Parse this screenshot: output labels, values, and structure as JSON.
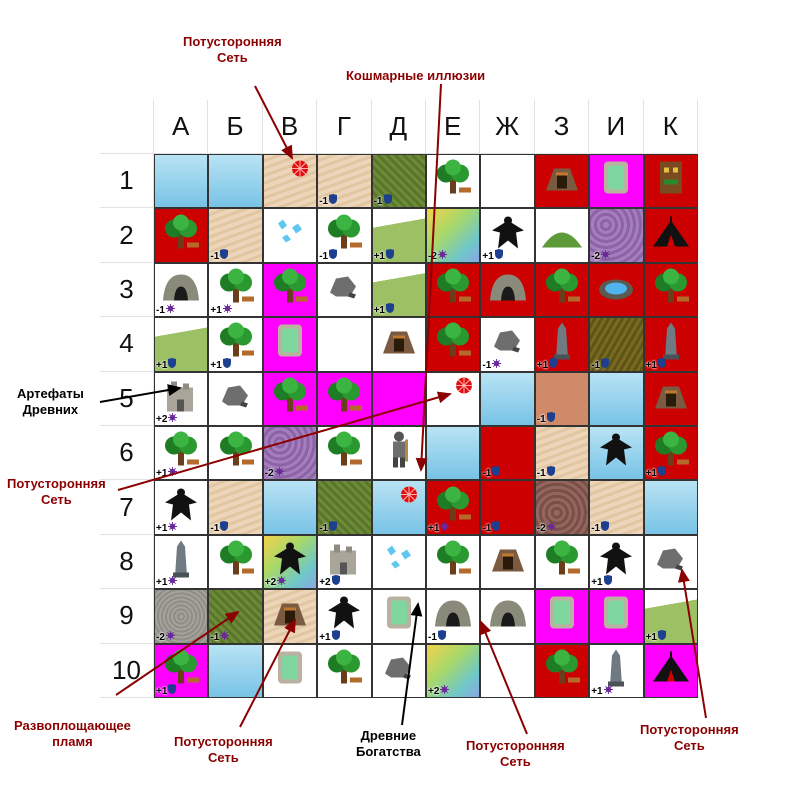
{
  "board": {
    "columns": [
      "А",
      "Б",
      "В",
      "Г",
      "Д",
      "Е",
      "Ж",
      "З",
      "И",
      "К"
    ],
    "rows": [
      "1",
      "2",
      "3",
      "4",
      "5",
      "6",
      "7",
      "8",
      "9",
      "10"
    ],
    "cells": [
      [
        {
          "t": "water"
        },
        {
          "t": "water"
        },
        {
          "t": "sand",
          "o": "web"
        },
        {
          "t": "sand",
          "b": "-1",
          "g": "shield"
        },
        {
          "t": "grass",
          "b": "-1",
          "g": "shield"
        },
        {
          "t": "white",
          "o": "tree"
        },
        {
          "t": "white"
        },
        {
          "t": "red",
          "o": "mine"
        },
        {
          "t": "magenta",
          "o": "portal"
        },
        {
          "t": "red",
          "o": "totem"
        }
      ],
      [
        {
          "t": "red",
          "o": "tree"
        },
        {
          "t": "sand",
          "b": "-1",
          "g": "shield"
        },
        {
          "t": "white",
          "o": "crystal"
        },
        {
          "t": "white",
          "o": "tree",
          "b": "-1",
          "g": "shield"
        },
        {
          "t": "hill",
          "b": "+1",
          "g": "shield"
        },
        {
          "t": "rainbow",
          "b": "-2",
          "g": "sun"
        },
        {
          "t": "white",
          "o": "dragon",
          "b": "+1",
          "g": "shield"
        },
        {
          "t": "white",
          "o": "hill"
        },
        {
          "t": "purple",
          "b": "-2",
          "g": "sun"
        },
        {
          "t": "red",
          "o": "tent"
        }
      ],
      [
        {
          "t": "white",
          "o": "cave",
          "b": "-1",
          "g": "sun"
        },
        {
          "t": "white",
          "o": "tree",
          "b": "+1",
          "g": "sun"
        },
        {
          "t": "magenta",
          "o": "tree"
        },
        {
          "t": "white",
          "o": "ore"
        },
        {
          "t": "hill",
          "b": "+1",
          "g": "shield"
        },
        {
          "t": "red",
          "o": "tree"
        },
        {
          "t": "red",
          "o": "cave"
        },
        {
          "t": "red",
          "o": "tree"
        },
        {
          "t": "red",
          "o": "pool"
        },
        {
          "t": "red",
          "o": "tree"
        }
      ],
      [
        {
          "t": "hill",
          "b": "+1",
          "g": "shield"
        },
        {
          "t": "white",
          "o": "tree",
          "b": "+1",
          "g": "shield"
        },
        {
          "t": "magenta",
          "o": "portal"
        },
        {
          "t": "white"
        },
        {
          "t": "white",
          "o": "mine"
        },
        {
          "t": "red",
          "o": "tree"
        },
        {
          "t": "white",
          "o": "ore",
          "b": "-1",
          "g": "sun"
        },
        {
          "t": "red",
          "o": "tower",
          "b": "+1",
          "g": "shield"
        },
        {
          "t": "swamp",
          "b": "-1",
          "g": "shield"
        },
        {
          "t": "red",
          "o": "tower",
          "b": "+1",
          "g": "shield"
        }
      ],
      [
        {
          "t": "white",
          "o": "ruins",
          "b": "+2",
          "g": "sun"
        },
        {
          "t": "white",
          "o": "ore"
        },
        {
          "t": "magenta",
          "o": "tree"
        },
        {
          "t": "magenta",
          "o": "tree"
        },
        {
          "t": "magenta"
        },
        {
          "t": "white",
          "o": "web"
        },
        {
          "t": "water"
        },
        {
          "t": "dirt",
          "b": "-1",
          "g": "shield"
        },
        {
          "t": "water"
        },
        {
          "t": "red",
          "o": "mine"
        }
      ],
      [
        {
          "t": "white",
          "o": "tree",
          "b": "+1",
          "g": "sun"
        },
        {
          "t": "white",
          "o": "tree"
        },
        {
          "t": "purple",
          "b": "-2",
          "g": "sun"
        },
        {
          "t": "white",
          "o": "tree"
        },
        {
          "t": "white",
          "o": "knight"
        },
        {
          "t": "water"
        },
        {
          "t": "red",
          "b": "-1",
          "g": "shield"
        },
        {
          "t": "sand",
          "b": "-1",
          "g": "shield"
        },
        {
          "t": "water",
          "o": "dragon"
        },
        {
          "t": "red",
          "o": "tree",
          "b": "+1",
          "g": "shield"
        }
      ],
      [
        {
          "t": "white",
          "o": "dragon",
          "b": "+1",
          "g": "sun"
        },
        {
          "t": "sand",
          "b": "-1",
          "g": "shield"
        },
        {
          "t": "water"
        },
        {
          "t": "grass",
          "b": "-1",
          "g": "shield"
        },
        {
          "t": "water",
          "o": "web"
        },
        {
          "t": "red",
          "o": "tree",
          "b": "+1",
          "g": "sun"
        },
        {
          "t": "red",
          "b": "-1",
          "g": "shield"
        },
        {
          "t": "rock",
          "b": "-2",
          "g": "sun"
        },
        {
          "t": "sand",
          "b": "-1",
          "g": "shield"
        },
        {
          "t": "water"
        }
      ],
      [
        {
          "t": "white",
          "o": "tower",
          "b": "+1",
          "g": "sun"
        },
        {
          "t": "white",
          "o": "tree"
        },
        {
          "t": "rainbow",
          "o": "dragon",
          "b": "+2",
          "g": "sun"
        },
        {
          "t": "white",
          "o": "ruins",
          "b": "+2",
          "g": "shield"
        },
        {
          "t": "white",
          "o": "crystal"
        },
        {
          "t": "white",
          "o": "tree"
        },
        {
          "t": "white",
          "o": "mine"
        },
        {
          "t": "white",
          "o": "tree"
        },
        {
          "t": "white",
          "o": "dragon",
          "b": "+1",
          "g": "shield"
        },
        {
          "t": "white",
          "o": "ore"
        }
      ],
      [
        {
          "t": "stone",
          "b": "-2",
          "g": "sun"
        },
        {
          "t": "grass",
          "b": "-1",
          "g": "sun"
        },
        {
          "t": "sand",
          "o": "mine"
        },
        {
          "t": "white",
          "o": "dragon",
          "b": "+1",
          "g": "shield"
        },
        {
          "t": "white",
          "o": "portal"
        },
        {
          "t": "white",
          "o": "cave",
          "b": "-1",
          "g": "shield"
        },
        {
          "t": "white",
          "o": "cave"
        },
        {
          "t": "magenta",
          "o": "portal"
        },
        {
          "t": "magenta",
          "o": "portal"
        },
        {
          "t": "hill",
          "b": "+1",
          "g": "shield"
        }
      ],
      [
        {
          "t": "magenta",
          "o": "tree",
          "b": "+1",
          "g": "shield"
        },
        {
          "t": "water"
        },
        {
          "t": "white",
          "o": "portal"
        },
        {
          "t": "white",
          "o": "tree"
        },
        {
          "t": "white",
          "o": "ore"
        },
        {
          "t": "rainbow",
          "b": "+2",
          "g": "sun"
        },
        {
          "t": "white"
        },
        {
          "t": "red",
          "o": "tree"
        },
        {
          "t": "white",
          "o": "tower",
          "b": "+1",
          "g": "sun"
        },
        {
          "t": "magenta",
          "o": "tent"
        }
      ]
    ]
  },
  "terrain_colors": {
    "water": "#8fd0ec",
    "sand": "#e8cfb0",
    "grass": "#6f8f3a",
    "white": "#ffffff",
    "red": "#cc0000",
    "magenta": "#ff00ff",
    "purple": "#9b6fb0",
    "hill": "#8fb258",
    "rainbow": "#a6d66a",
    "swamp": "#6e6422",
    "dirt": "#cf8a6a",
    "rock": "#8a5d55",
    "stone": "#9a9a92"
  },
  "annotations": [
    {
      "id": "web-top",
      "lines": [
        "Потусторонняя",
        "Сеть"
      ]
    },
    {
      "id": "nightmare",
      "lines": [
        "Кошмарные иллюзии"
      ]
    },
    {
      "id": "artifacts",
      "lines": [
        "Артефаты",
        "Древних"
      ]
    },
    {
      "id": "web-left",
      "lines": [
        "Потусторонняя",
        "Сеть"
      ]
    },
    {
      "id": "flame",
      "lines": [
        "Развоплощающее",
        "пламя"
      ]
    },
    {
      "id": "web-bottom-1",
      "lines": [
        "Потусторонняя",
        "Сеть"
      ]
    },
    {
      "id": "riches",
      "lines": [
        "Древние",
        "Богатства"
      ]
    },
    {
      "id": "web-bottom-2",
      "lines": [
        "Потусторонняя",
        "Сеть"
      ]
    },
    {
      "id": "web-bottom-3",
      "lines": [
        "Потусторонняя",
        "Сеть"
      ]
    }
  ],
  "colors": {
    "annotation_red": "#8b0000",
    "annotation_black": "#000000"
  }
}
